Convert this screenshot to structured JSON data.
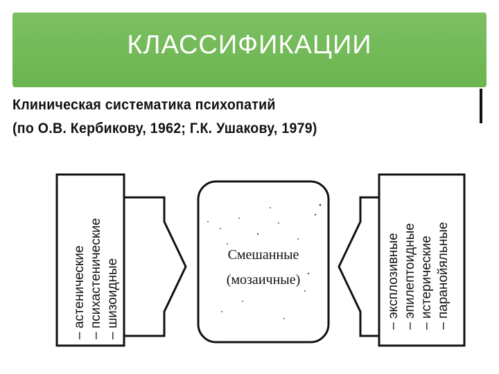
{
  "title": "КЛАССИФИКАЦИИ",
  "subtitle_line1": "Клиническая систематика психопатий",
  "subtitle_line2": "(по О.В. Кербикову, 1962; Г.К. Ушакову, 1979)",
  "left_group": [
    "– астенические",
    "– психастенические",
    "– шизоидные"
  ],
  "center_line1": "Смешанные",
  "center_line2": "(мозаичные)",
  "right_group": [
    "– эксплозивные",
    "– эпилептоидные",
    "– истерические",
    "– паранойяльные"
  ],
  "colors": {
    "banner": "#6cb44f",
    "text": "#111111"
  }
}
